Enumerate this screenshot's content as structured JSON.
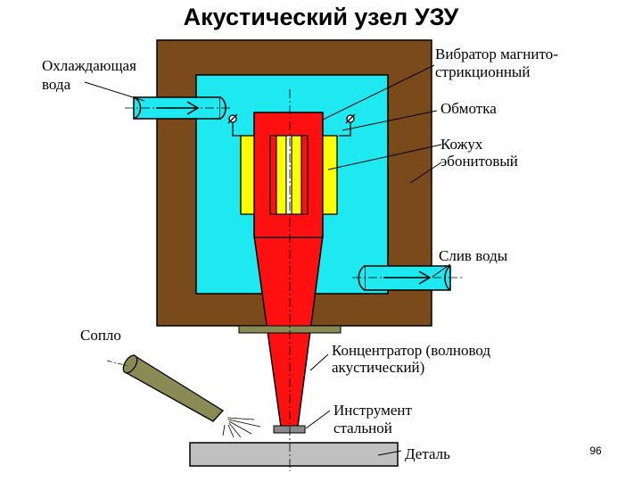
{
  "title": "Акустический узел УЗУ",
  "labels": {
    "cooling_water_1": "Охлаждающая",
    "cooling_water_2": "вода",
    "vibrator_1": "Вибратор магнито-",
    "vibrator_2": "стрикционный",
    "winding": "Обмотка",
    "casing_1": "Кожух",
    "casing_2": "эбонитовый",
    "drain": "Слив воды",
    "nozzle": "Сопло",
    "concentrator_1": "Концентратор (волновод",
    "concentrator_2": "акустический)",
    "tool_1": "Инструмент",
    "tool_2": "стальной",
    "part": "Деталь"
  },
  "page_number": "96",
  "colors": {
    "casing": "#7a4a1a",
    "water": "#1ee8f0",
    "vibrator": "#ff1010",
    "winding": "#ffff00",
    "part": "#c0c0c0",
    "nozzle": "#8a8a55"
  }
}
